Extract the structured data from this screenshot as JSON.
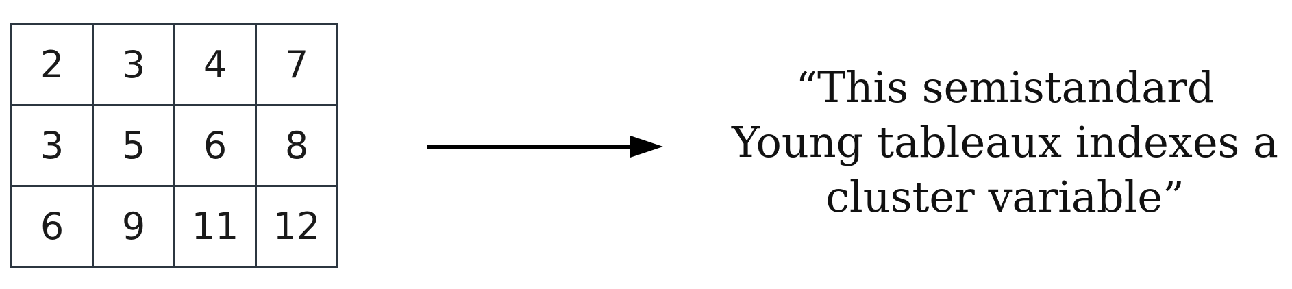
{
  "tableau": {
    "rows": [
      [
        "2",
        "3",
        "4",
        "7"
      ],
      [
        "3",
        "5",
        "6",
        "8"
      ],
      [
        "6",
        "9",
        "11",
        "12"
      ]
    ]
  },
  "caption": {
    "text": "“This semistandard Young tableaux indexes a cluster variable”"
  }
}
